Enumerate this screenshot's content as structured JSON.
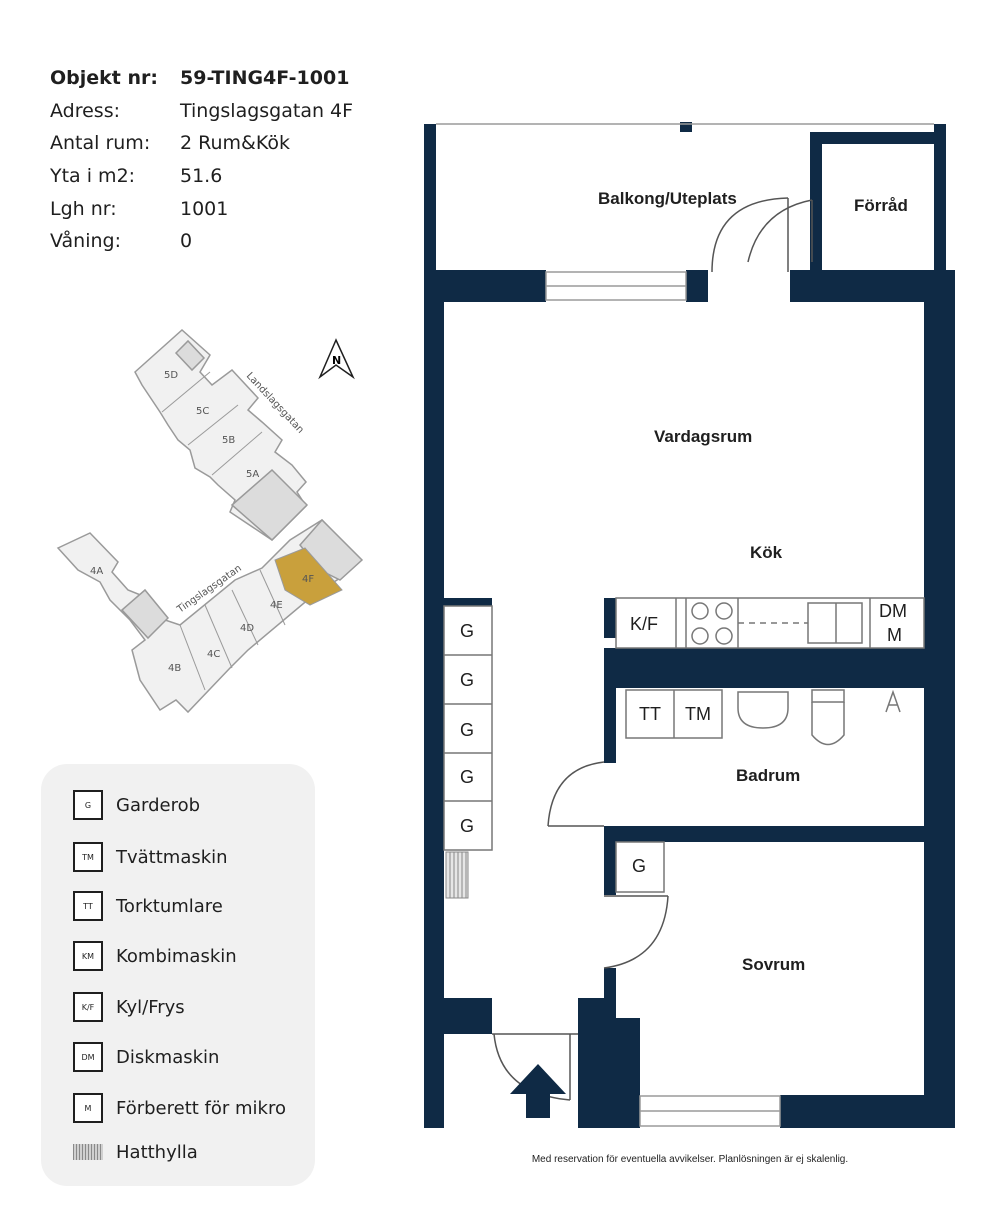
{
  "info": [
    {
      "label": "Objekt nr:",
      "value": "59-TING4F-1001",
      "bold": true
    },
    {
      "label": "Adress:",
      "value": "Tingslagsgatan 4F"
    },
    {
      "label": "Antal rum:",
      "value": "2 Rum&Kök"
    },
    {
      "label": "Yta i m2:",
      "value": "51.6"
    },
    {
      "label": "Lgh nr:",
      "value": "1001"
    },
    {
      "label": "Våning:",
      "value": "0"
    }
  ],
  "site_map": {
    "north": "N",
    "streets": [
      "Landslagsgatan",
      "Tingslagsgatan"
    ],
    "units": [
      "5D",
      "5C",
      "5B",
      "5A",
      "4A",
      "4B",
      "4C",
      "4D",
      "4E",
      "4F"
    ],
    "highlight_unit": "4F",
    "highlight_color": "#c9a03c"
  },
  "plan": {
    "rooms": [
      "Balkong/Uteplats",
      "Förråd",
      "Vardagsrum",
      "Kök",
      "Badrum",
      "Sovrum"
    ],
    "kitchen_labels": [
      "K/F",
      "DM",
      "M"
    ],
    "bath_labels": [
      "TT",
      "TM"
    ],
    "wardrobe_label": "G",
    "wall_color": "#0f2a45"
  },
  "legend": [
    {
      "code": "G",
      "label": "Garderob"
    },
    {
      "code": "TM",
      "label": "Tvättmaskin"
    },
    {
      "code": "TT",
      "label": "Torktumlare"
    },
    {
      "code": "KM",
      "label": "Kombimaskin"
    },
    {
      "code": "K/F",
      "label": "Kyl/Frys"
    },
    {
      "code": "DM",
      "label": "Diskmaskin"
    },
    {
      "code": "M",
      "label": "Förberett för mikro"
    },
    {
      "code": "",
      "label": "Hatthylla",
      "hatch": true
    }
  ],
  "disclaimer": "Med reservation för eventuella avvikelser. Planlösningen är ej skalenlig."
}
